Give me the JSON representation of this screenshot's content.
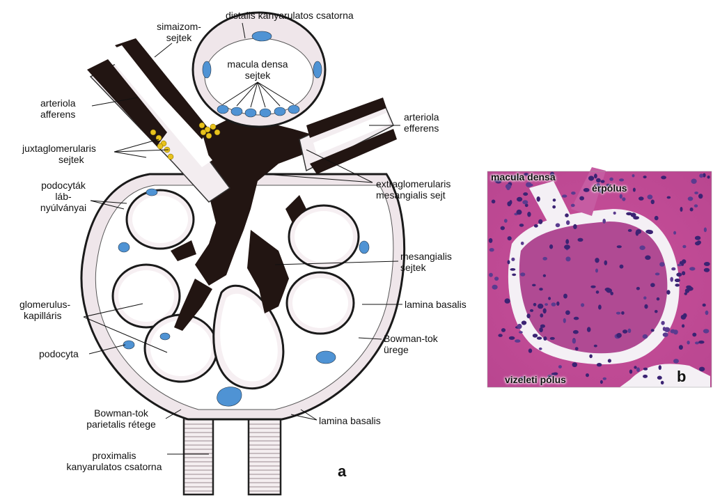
{
  "panel_a": {
    "letter": "a",
    "labels": {
      "distalis": "distalis kanyarulatos csatorna",
      "simaizom_1": "simaizom-",
      "simaizom_2": "sejtek",
      "macula_sejtek_1": "macula densa",
      "macula_sejtek_2": "sejtek",
      "arteriola_aff_1": "arteriola",
      "arteriola_aff_2": "afferens",
      "arteriola_eff_1": "arteriola",
      "arteriola_eff_2": "efferens",
      "juxta_1": "juxtaglomerularis",
      "juxta_2": "sejtek",
      "extraglom_1": "extraglomerularis",
      "extraglom_2": "mesangialis sejt",
      "podocytak_1": "podocyták",
      "podocytak_2": "láb-",
      "podocytak_3": "nyúlványai",
      "mesangialis_1": "mesangialis",
      "mesangialis_2": "sejtek",
      "glomerulus_1": "glomerulus-",
      "glomerulus_2": "kapilláris",
      "lamina_1": "lamina basalis",
      "bowman_uerege_1": "Bowman-tok",
      "bowman_uerege_2": "ürege",
      "podocyta": "podocyta",
      "bowman_pariet_1": "Bowman-tok",
      "bowman_pariet_2": "parietalis rétege",
      "lamina_2": "lamina basalis",
      "proximalis_1": "proximalis",
      "proximalis_2": "kanyarulatos csatorna"
    }
  },
  "panel_b": {
    "letter": "b",
    "labels": {
      "macula_densa": "macula densa",
      "erpolus": "érpólus",
      "vizeleti_polus": "vizeleti pólus"
    }
  },
  "colors": {
    "cell_fill": "#efe6ea",
    "lumen": "#ffffff",
    "nucleus_blue": "#4f93d4",
    "mesangial_dark": "#221512",
    "juxta_yellow": "#e8c21d",
    "stain_pink": "#c54f9a",
    "nucleus_purple": "#3b2373"
  }
}
